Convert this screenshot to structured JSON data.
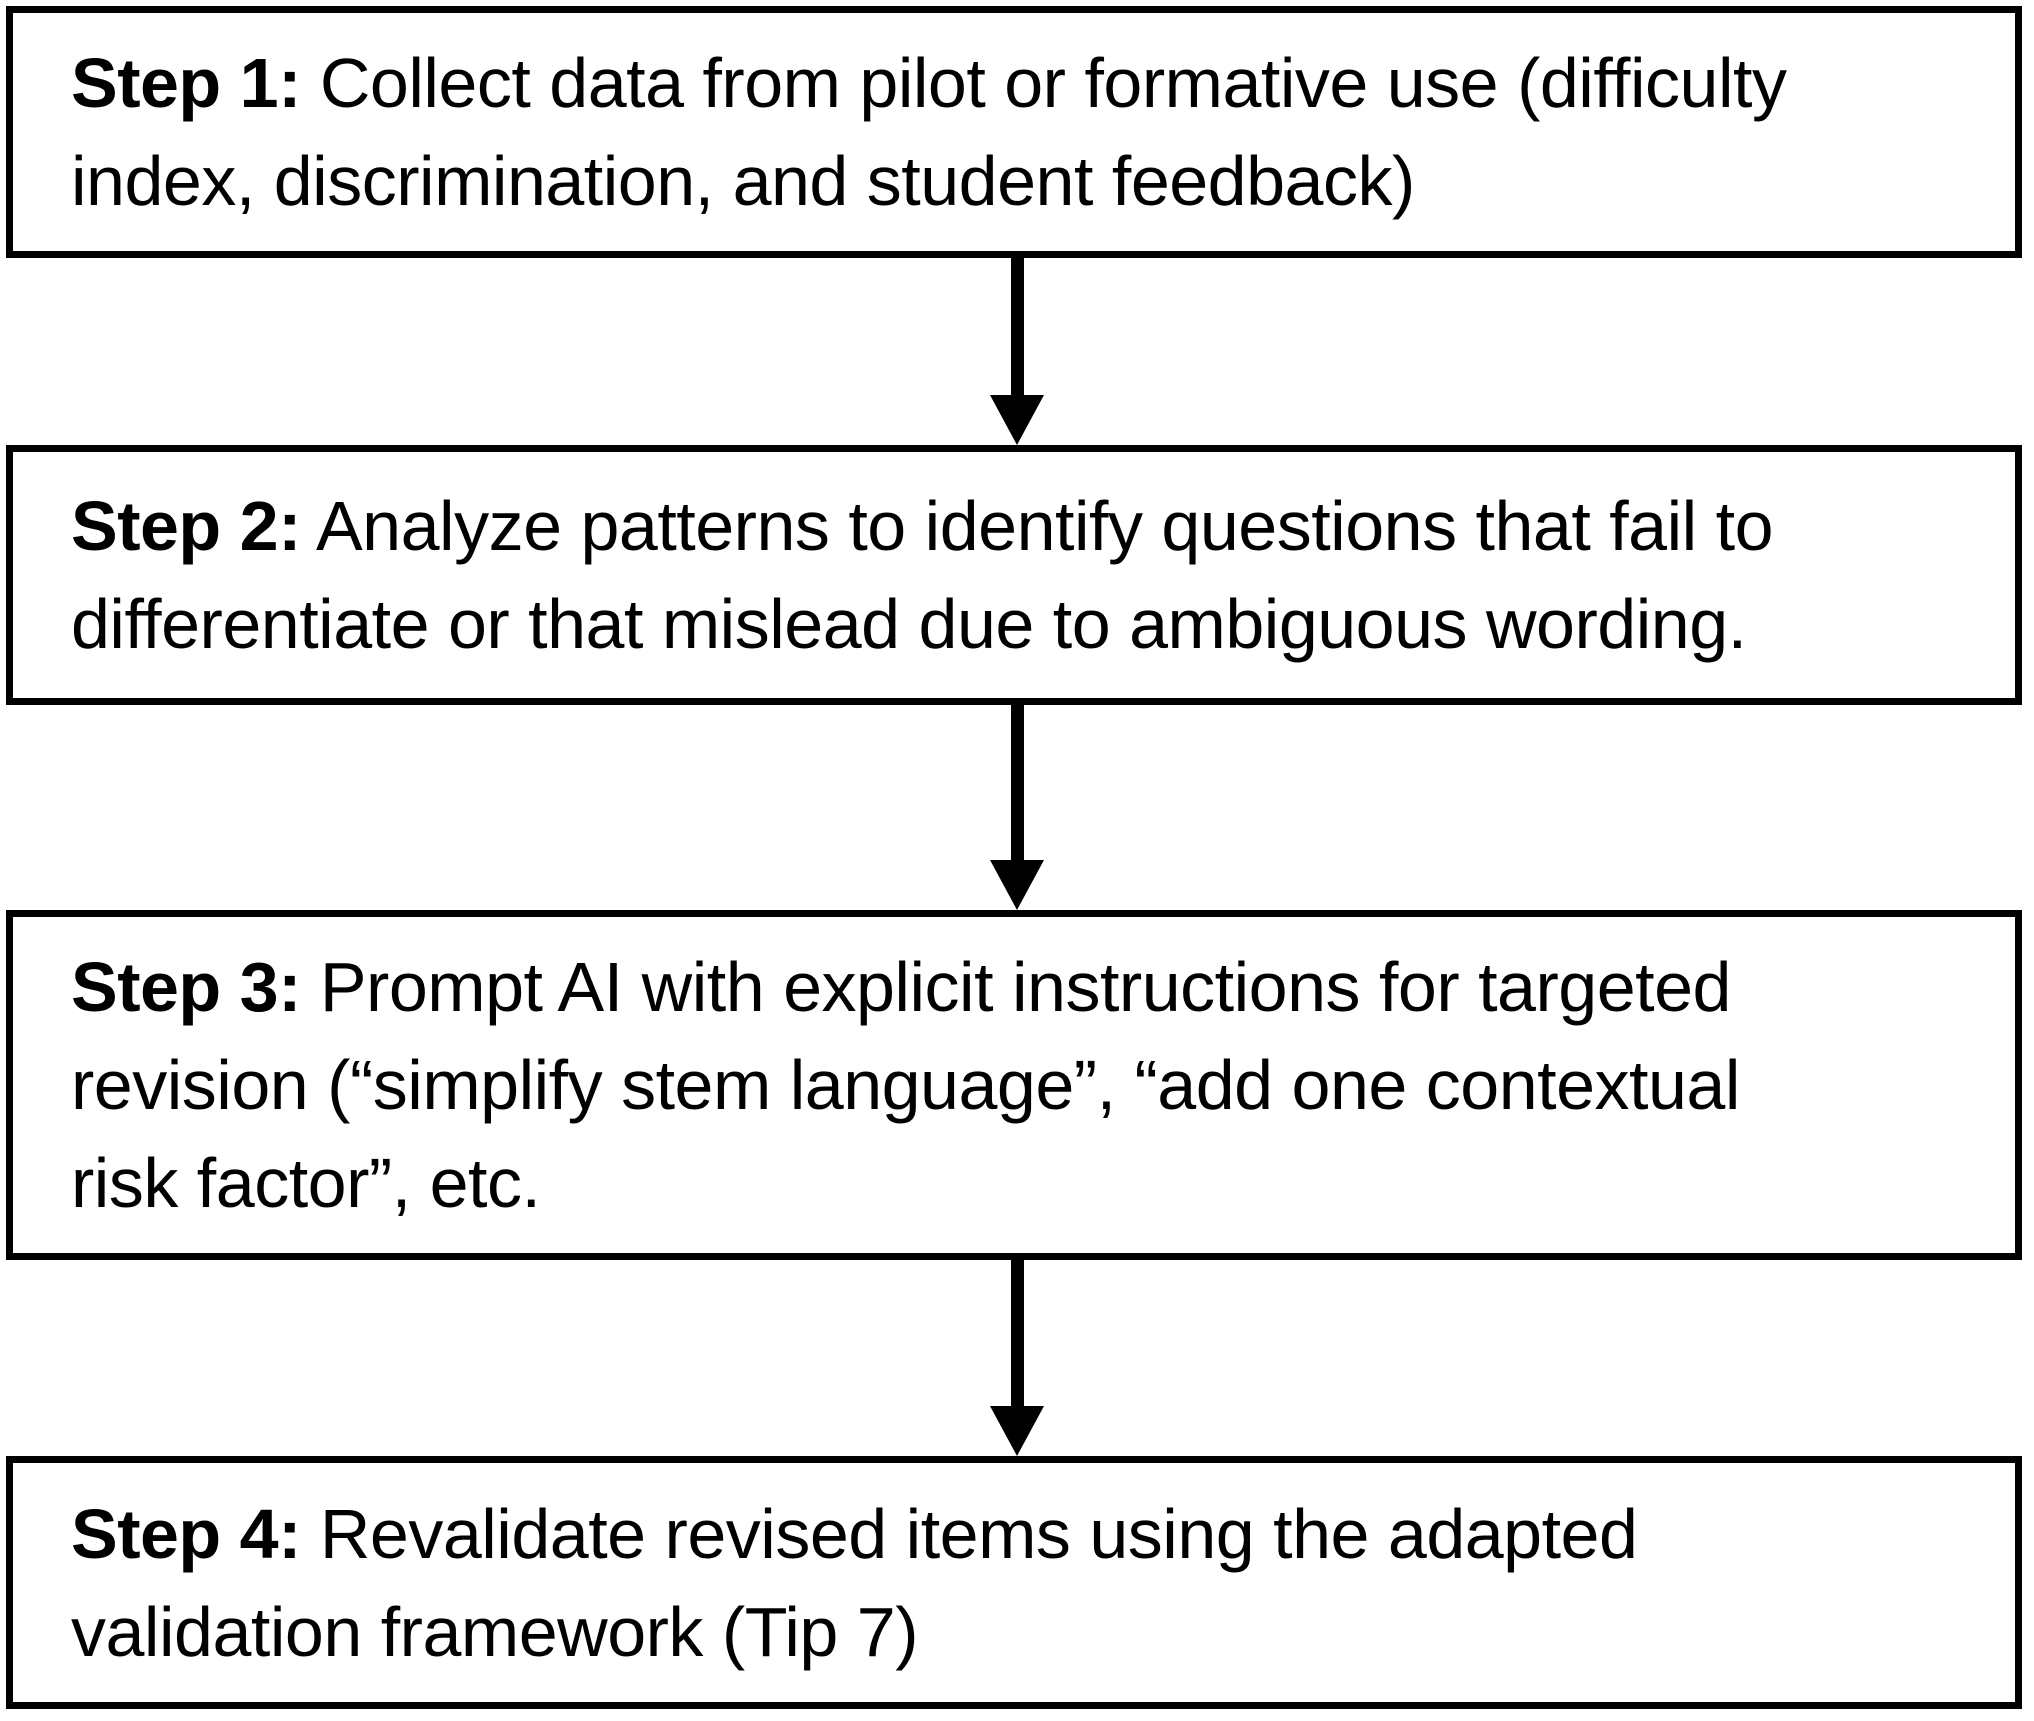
{
  "diagram": {
    "type": "flowchart",
    "direction": "top-to-bottom",
    "connector_icon": "arrow-down",
    "colors": {
      "background": "#ffffff",
      "box_fill": "#ffffff",
      "box_border": "#000000",
      "text": "#000000",
      "arrow": "#000000"
    },
    "steps": [
      {
        "label": "Step 1:",
        "lines": [
          "Collect data from pilot or formative use (difficulty",
          "index, discrimination, and student feedback)"
        ]
      },
      {
        "label": "Step 2:",
        "lines": [
          "Analyze patterns to identify questions that fail to",
          "differentiate or that mislead due to ambiguous wording."
        ]
      },
      {
        "label": "Step 3:",
        "lines": [
          "Prompt AI with explicit instructions for targeted",
          "revision (“simplify stem language”, “add one contextual",
          "risk factor”, etc."
        ]
      },
      {
        "label": "Step 4:",
        "lines": [
          "Revalidate revised items using the adapted",
          "validation framework (Tip 7)"
        ]
      }
    ]
  }
}
